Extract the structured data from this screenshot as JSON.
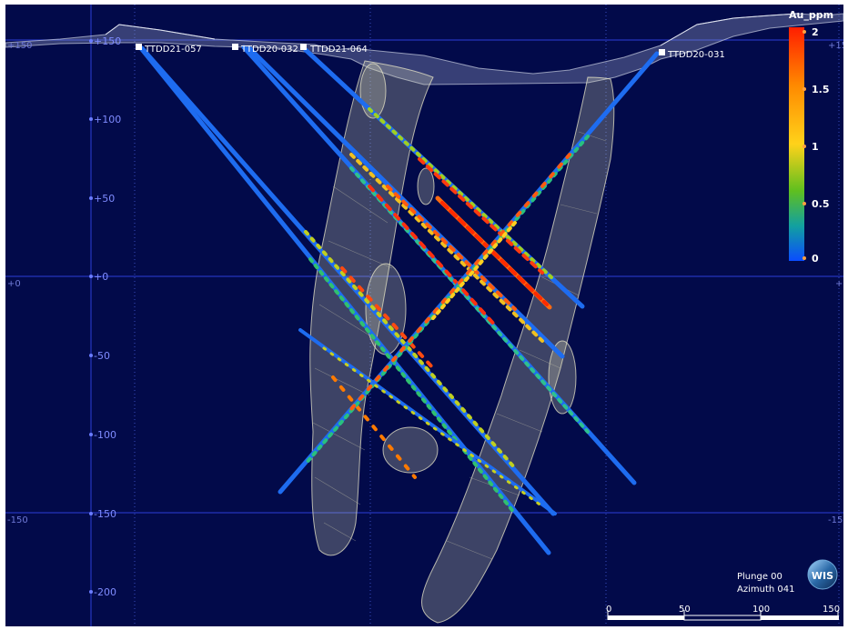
{
  "view": {
    "plunge_label": "Plunge 00",
    "azimuth_label": "Azimuth 041",
    "logo_text": "WIS"
  },
  "left_axis_labels": [
    "+150",
    "+100",
    "+50",
    "+0",
    "-50",
    "-100",
    "-150",
    "-200"
  ],
  "edge_labels": {
    "top_left": "+150",
    "mid_left": "+0",
    "bottom_left": "-150",
    "top_right": "+15",
    "mid_right": "+",
    "bottom_right": "-15"
  },
  "colorbar": {
    "title": "Au_ppm",
    "ticks": [
      "2",
      "1.5",
      "1",
      "0.5",
      "0"
    ],
    "colors": [
      "#ff2a00",
      "#ff8a00",
      "#ffd21a",
      "#6cc21c",
      "#0a5ff0"
    ]
  },
  "drillhole_labels": [
    "TTDD21-057",
    "TTDD20-032",
    "TTDD21-064",
    "TTDD20-031"
  ],
  "scale_bar": {
    "ticks": [
      "0",
      "50",
      "100",
      "150"
    ]
  }
}
